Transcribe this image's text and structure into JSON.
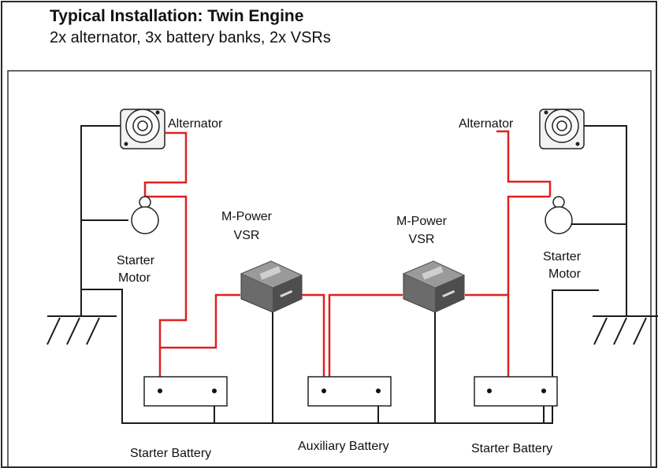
{
  "header": {
    "title": "Typical Installation: Twin Engine",
    "subtitle": "2x alternator, 3x battery banks, 2x VSRs"
  },
  "labels": {
    "alternator_left": "Alternator",
    "alternator_right": "Alternator",
    "starter_left_line1": "Starter",
    "starter_left_line2": "Motor",
    "starter_right_line1": "Starter",
    "starter_right_line2": "Motor",
    "vsr_left_line1": "M-Power",
    "vsr_left_line2": "VSR",
    "vsr_right_line1": "M-Power",
    "vsr_right_line2": "VSR",
    "battery_left": "Starter Battery",
    "battery_center": "Auxiliary Battery",
    "battery_right": "Starter Battery"
  },
  "colors": {
    "positive_wire": "#e02020",
    "negative_wire": "#1a1a1a",
    "frame": "#2b2b2b"
  }
}
